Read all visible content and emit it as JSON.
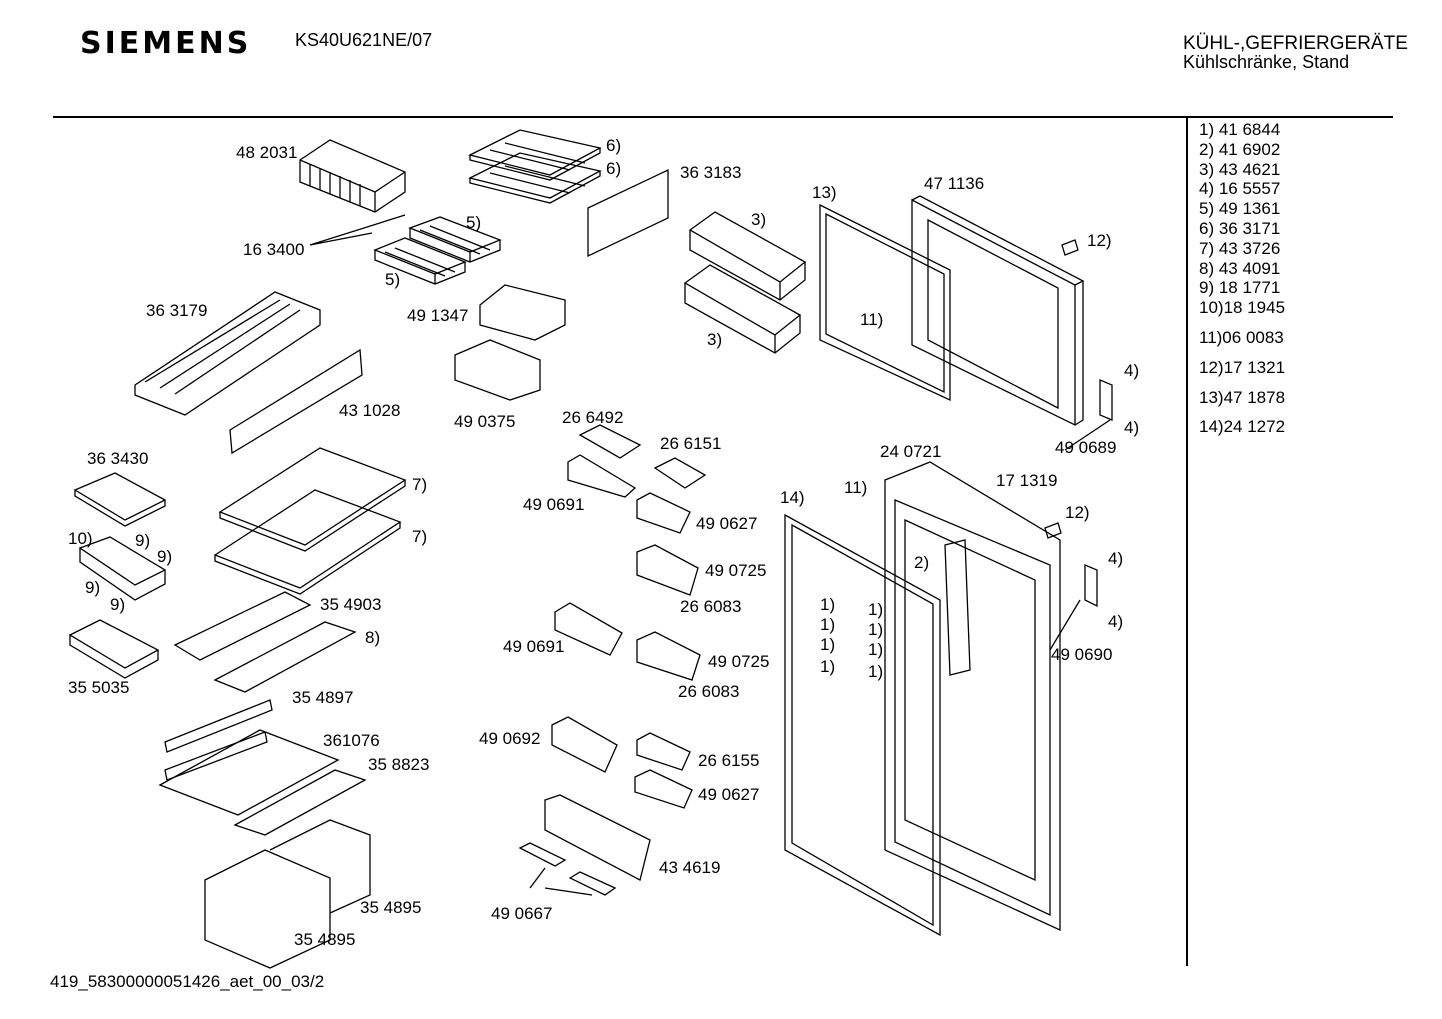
{
  "header": {
    "brand": "SIEMENS",
    "model": "KS40U621NE/07",
    "category_line1": "KÜHL-,GEFRIERGERÄTE",
    "category_line2": "Kühlschränke, Stand"
  },
  "legend": [
    "1) 41 6844",
    "2) 41 6902",
    "3) 43 4621",
    "4) 16 5557",
    "5) 49 1361",
    "6) 36 3171",
    "7) 43 3726",
    "8) 43 4091",
    "9) 18 1771",
    "10)18 1945",
    "11)06 0083",
    "12)17 1321",
    "13)47 1878",
    "14)24 1272"
  ],
  "labels": {
    "l482031": "48 2031",
    "l163400": "16 3400",
    "l5a": "5)",
    "l5b": "5)",
    "l6a": "6)",
    "l6b": "6)",
    "l363183": "36 3183",
    "l3a": "3)",
    "l3b": "3)",
    "l13": "13)",
    "l471136": "47 1136",
    "l12a": "12)",
    "l11a": "11)",
    "l4a": "4)",
    "l4b": "4)",
    "l490689": "49 0689",
    "l363179": "36 3179",
    "l491347": "49 1347",
    "l490375": "49 0375",
    "l431028": "43 1028",
    "l266492": "26 6492",
    "l266151": "26 6151",
    "l240721": "24 0721",
    "l171319": "17 1319",
    "l12b": "12)",
    "l11b": "11)",
    "l14": "14)",
    "l363430": "36 3430",
    "l7a": "7)",
    "l7b": "7)",
    "l490691a": "49 0691",
    "l490627a": "49 0627",
    "l10": "10)",
    "l9a": "9)",
    "l9b": "9)",
    "l9c": "9)",
    "l9d": "9)",
    "l490725a": "49 0725",
    "l266083a": "26 6083",
    "l2": "2)",
    "l4c": "4)",
    "l4d": "4)",
    "l354903": "35 4903",
    "l8": "8)",
    "l490691b": "49 0691",
    "l490725b": "49 0725",
    "l266083b": "26 6083",
    "l1a": "1)",
    "l1b": "1)",
    "l1c": "1)",
    "l1d": "1)",
    "l1e": "1)",
    "l1f": "1)",
    "l1g": "1)",
    "l1h": "1)",
    "l490690": "49 0690",
    "l355035": "35 5035",
    "l354897": "35 4897",
    "l361076": "361076",
    "l358823": "35 8823",
    "l490692": "49 0692",
    "l266155": "26 6155",
    "l490627b": "49 0627",
    "l434619": "43 4619",
    "l354895a": "35 4895",
    "l354895b": "35 4895",
    "l490667": "49 0667"
  },
  "footer": "419_58300000051426_aet_00_0",
  "footer_page": "3/2"
}
